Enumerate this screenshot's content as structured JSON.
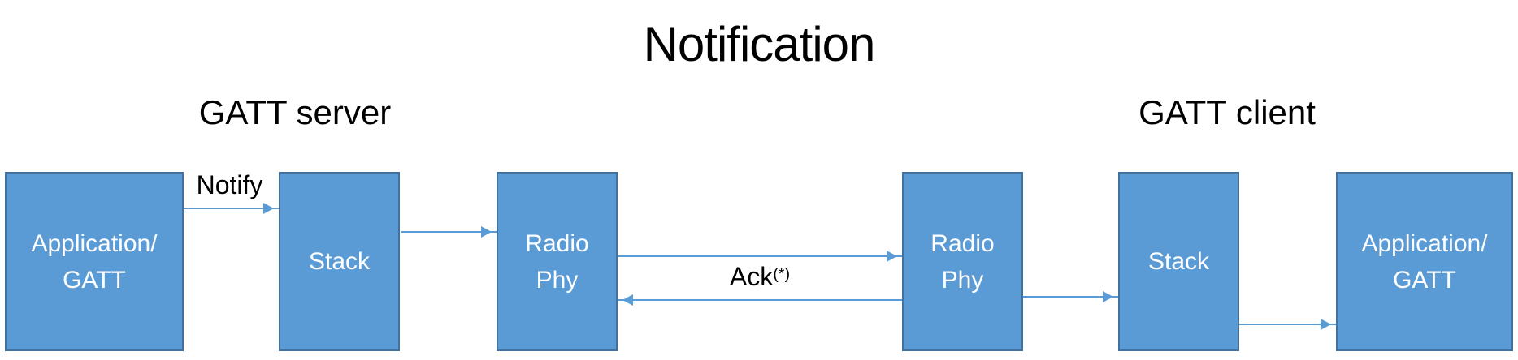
{
  "title": "Notification",
  "group_labels": {
    "server": "GATT server",
    "client": "GATT client"
  },
  "nodes": [
    {
      "id": "server-application-gatt",
      "label": "Application/\nGATT"
    },
    {
      "id": "server-stack",
      "label": "Stack"
    },
    {
      "id": "server-radio-phy",
      "label": "Radio\nPhy"
    },
    {
      "id": "client-radio-phy",
      "label": "Radio\nPhy"
    },
    {
      "id": "client-stack",
      "label": "Stack"
    },
    {
      "id": "client-application-gatt",
      "label": "Application/\nGATT"
    }
  ],
  "arrow_labels": {
    "notify": "Notify",
    "ack_base": "Ack",
    "ack_sup": "(*)"
  },
  "colors": {
    "node_fill": "#5B9BD5",
    "node_border": "#41719C",
    "arrow": "#5B9BD5",
    "node_text": "#FFFFFF",
    "text": "#000000",
    "background": "#FFFFFF"
  }
}
